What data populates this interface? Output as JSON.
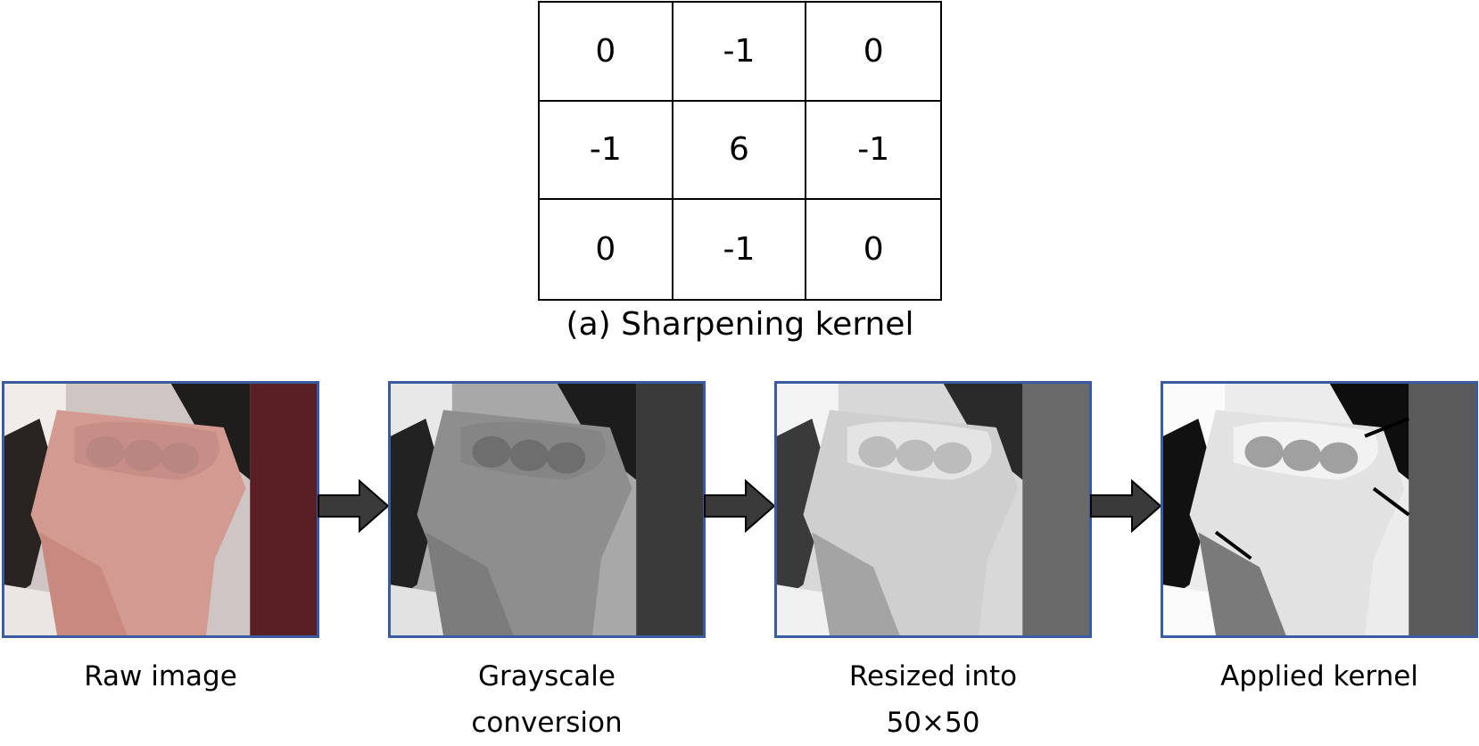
{
  "kernel": {
    "cells": [
      [
        "0",
        "-1",
        "0"
      ],
      [
        "-1",
        "6",
        "-1"
      ],
      [
        "0",
        "-1",
        "0"
      ]
    ],
    "caption": "(a) Sharpening kernel"
  },
  "stages": [
    {
      "label_line1": "Raw image",
      "label_line2": ""
    },
    {
      "label_line1": "Grayscale",
      "label_line2": "conversion"
    },
    {
      "label_line1": "Resized into",
      "label_line2": "50×50"
    },
    {
      "label_line1": "Applied kernel",
      "label_line2": ""
    }
  ],
  "colors": {
    "frame": "#3a5ba0",
    "arrow": "#3a3a3a"
  }
}
